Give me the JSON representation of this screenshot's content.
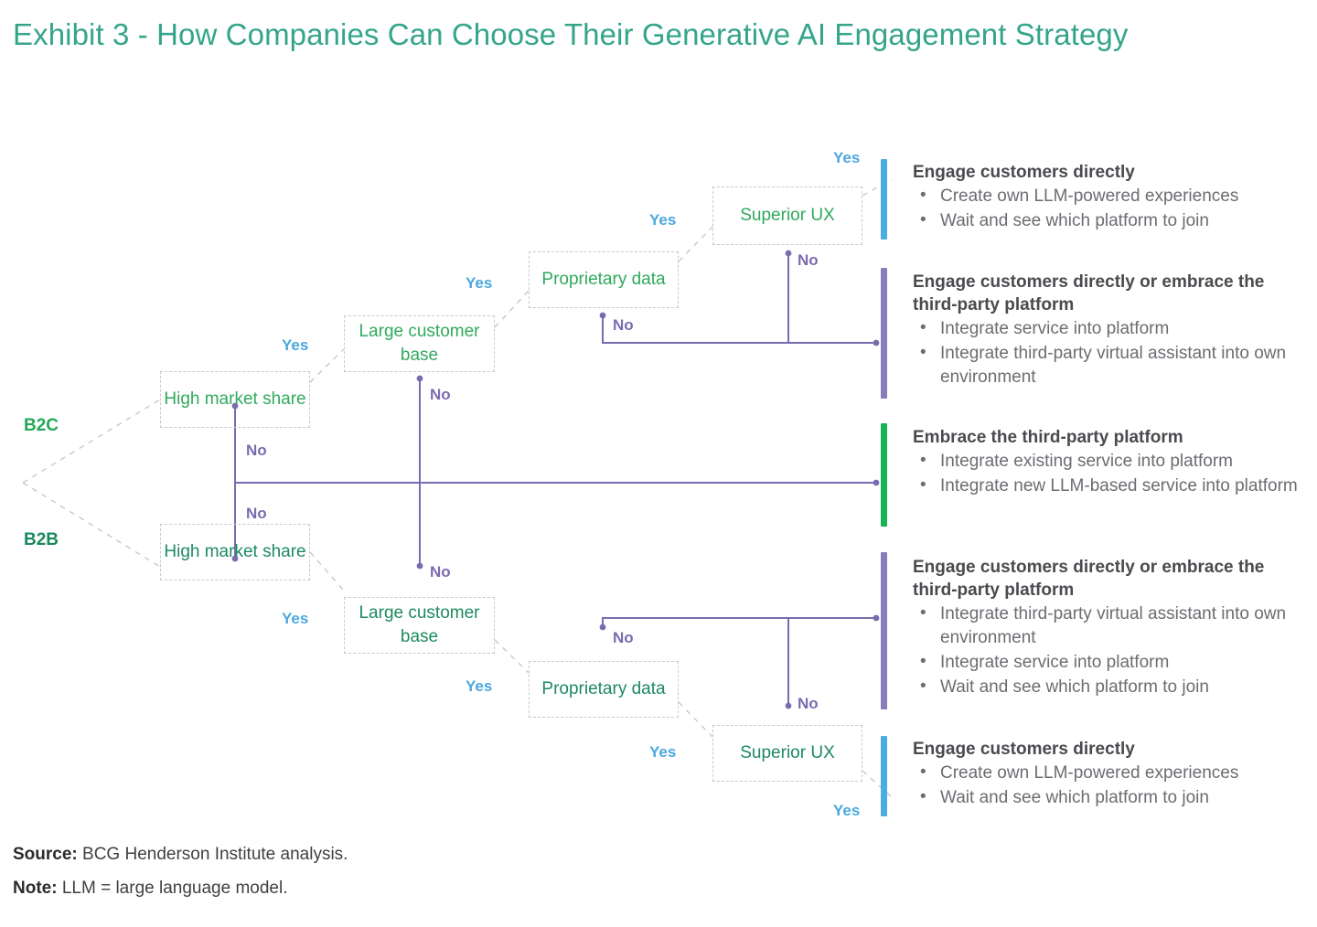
{
  "title": "Exhibit 3 - How Companies Can Choose Their Generative AI Engagement Strategy",
  "colors": {
    "title": "#35a58a",
    "yes": "#4ba7de",
    "no": "#7a6bb0",
    "node_b2c": "#2faa5c",
    "node_b2b": "#1d8a60",
    "bar_blue": "#4bacE2",
    "bar_purple": "#8a7cbb",
    "bar_green": "#17b457",
    "connector": "#c9c9c9"
  },
  "segments": {
    "b2c": "B2C",
    "b2b": "B2B"
  },
  "labels": {
    "yes": "Yes",
    "no": "No"
  },
  "nodes": {
    "b2c_high_market_share": "High market share",
    "b2c_large_customer_base": "Large customer base",
    "b2c_proprietary_data": "Proprietary data",
    "b2c_superior_ux": "Superior UX",
    "b2b_high_market_share": "High market share",
    "b2b_large_customer_base": "Large customer base",
    "b2b_proprietary_data": "Proprietary data",
    "b2b_superior_ux": "Superior UX"
  },
  "outcomes": [
    {
      "id": "outcome-b2c-direct",
      "accent": "#4bacE2",
      "heading": "Engage customers directly",
      "bullets": [
        "Create own LLM-powered experiences",
        "Wait and see which platform to join"
      ]
    },
    {
      "id": "outcome-b2c-direct-or-platform",
      "accent": "#8a7cbb",
      "heading": "Engage customers directly or embrace the third-party platform",
      "bullets": [
        "Integrate service into platform",
        "Integrate third-party virtual assistant into own environment"
      ]
    },
    {
      "id": "outcome-embrace-platform",
      "accent": "#17b457",
      "heading": "Embrace the third-party platform",
      "bullets": [
        "Integrate existing service into platform",
        "Integrate new LLM-based service into platform"
      ]
    },
    {
      "id": "outcome-b2b-direct-or-platform",
      "accent": "#8a7cbb",
      "heading": "Engage customers directly or embrace the third-party platform",
      "bullets": [
        "Integrate third-party virtual assistant into own environment",
        "Integrate service into platform",
        "Wait and see which platform to join"
      ]
    },
    {
      "id": "outcome-b2b-direct",
      "accent": "#4bacE2",
      "heading": "Engage customers directly",
      "bullets": [
        "Create own LLM-powered experiences",
        "Wait and see which platform to join"
      ]
    }
  ],
  "footnotes": {
    "source_label": "Source:",
    "source_text": " BCG Henderson Institute analysis.",
    "note_label": "Note:",
    "note_text": " LLM = large language model."
  },
  "chart_data": {
    "type": "diagram",
    "title": "Exhibit 3 - How Companies Can Choose Their Generative AI Engagement Strategy",
    "structure": "decision-tree",
    "branches": [
      {
        "segment": "B2C",
        "path": [
          "High market share: Yes",
          "Large customer base: Yes",
          "Proprietary data: Yes",
          "Superior UX: Yes"
        ],
        "outcome": "Engage customers directly"
      },
      {
        "segment": "B2C",
        "path": [
          "High market share: Yes",
          "Large customer base: Yes",
          "Proprietary data: No"
        ],
        "outcome": "Engage customers directly or embrace the third-party platform"
      },
      {
        "segment": "B2C",
        "path": [
          "High market share: Yes",
          "Large customer base: Yes",
          "Proprietary data: Yes",
          "Superior UX: No"
        ],
        "outcome": "Engage customers directly or embrace the third-party platform"
      },
      {
        "segment": "B2C",
        "path": [
          "High market share: Yes",
          "Large customer base: No"
        ],
        "outcome": "Embrace the third-party platform"
      },
      {
        "segment": "B2C",
        "path": [
          "High market share: No"
        ],
        "outcome": "Embrace the third-party platform"
      },
      {
        "segment": "B2B",
        "path": [
          "High market share: No"
        ],
        "outcome": "Embrace the third-party platform"
      },
      {
        "segment": "B2B",
        "path": [
          "High market share: Yes",
          "Large customer base: No"
        ],
        "outcome": "Embrace the third-party platform"
      },
      {
        "segment": "B2B",
        "path": [
          "High market share: Yes",
          "Large customer base: Yes",
          "Proprietary data: No"
        ],
        "outcome": "Engage customers directly or embrace the third-party platform"
      },
      {
        "segment": "B2B",
        "path": [
          "High market share: Yes",
          "Large customer base: Yes",
          "Proprietary data: Yes",
          "Superior UX: No"
        ],
        "outcome": "Engage customers directly or embrace the third-party platform"
      },
      {
        "segment": "B2B",
        "path": [
          "High market share: Yes",
          "Large customer base: Yes",
          "Proprietary data: Yes",
          "Superior UX: Yes"
        ],
        "outcome": "Engage customers directly"
      }
    ]
  }
}
